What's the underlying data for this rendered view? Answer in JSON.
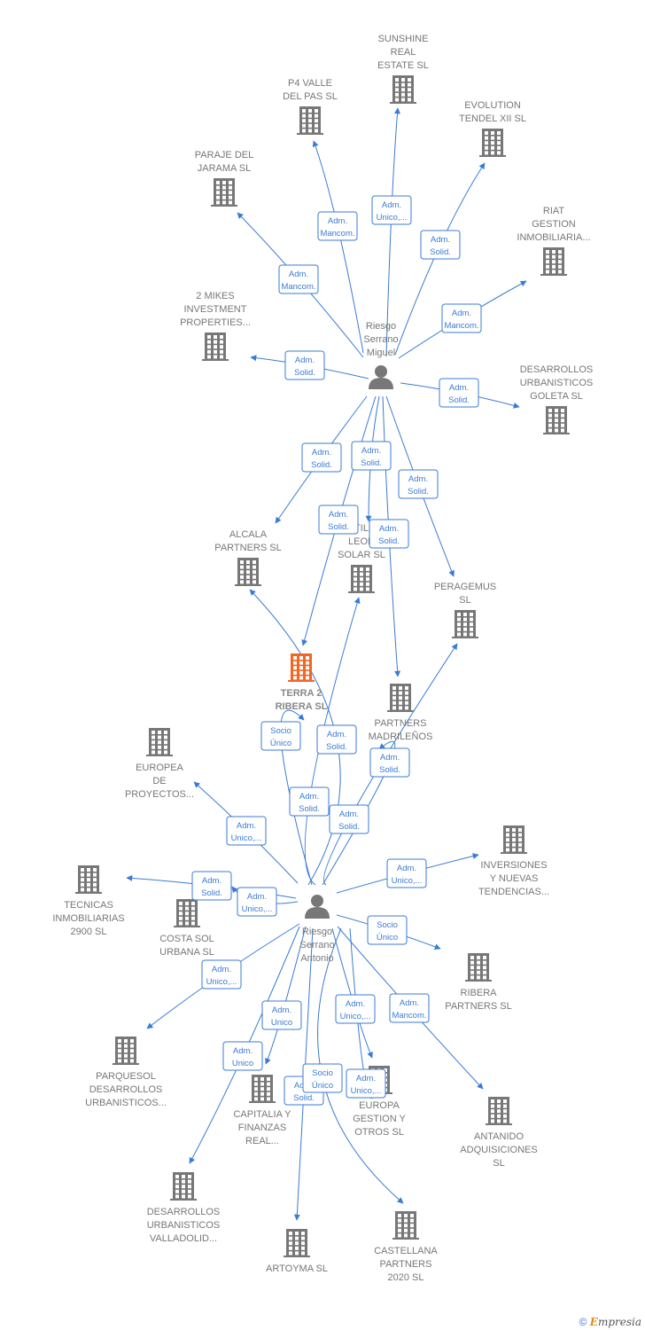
{
  "colors": {
    "edge": "#3a7bd5",
    "company": "#777777",
    "focus_company": "#f26522",
    "person": "#777777"
  },
  "footer": {
    "copyright": "©",
    "brand_initial": "E",
    "brand_rest": "mpresia"
  },
  "nodes": [
    {
      "id": "sunshine",
      "type": "company",
      "label": [
        "SUNSHINE",
        "REAL",
        "ESTATE  SL"
      ]
    },
    {
      "id": "p4valle",
      "type": "company",
      "label": [
        "P4 VALLE",
        "DEL PAS  SL"
      ]
    },
    {
      "id": "evolution",
      "type": "company",
      "label": [
        "EVOLUTION",
        "TENDEL XII SL"
      ]
    },
    {
      "id": "paraje",
      "type": "company",
      "label": [
        "PARAJE DEL",
        "JARAMA  SL"
      ]
    },
    {
      "id": "riat",
      "type": "company",
      "label": [
        "RIAT",
        "GESTION",
        "INMOBILIARIA..."
      ]
    },
    {
      "id": "2mikes",
      "type": "company",
      "label": [
        "2 MIKES",
        "INVESTMENT",
        "PROPERTIES..."
      ]
    },
    {
      "id": "miguel",
      "type": "person",
      "label": [
        "Riesgo",
        "Serrano",
        "Miguel"
      ]
    },
    {
      "id": "goleta",
      "type": "company",
      "label": [
        "DESARROLLOS",
        "URBANISTICOS",
        "GOLETA  SL"
      ]
    },
    {
      "id": "alcala",
      "type": "company",
      "label": [
        "ALCALA",
        "PARTNERS  SL"
      ]
    },
    {
      "id": "leon",
      "type": "company",
      "label": [
        "TIL",
        "LEON",
        "SOLAR SL"
      ]
    },
    {
      "id": "peragemus",
      "type": "company",
      "label": [
        "PERAGEMUS",
        "SL"
      ]
    },
    {
      "id": "terra2",
      "type": "focus",
      "label": [
        "TERRA 2",
        "RIBERA  SL"
      ]
    },
    {
      "id": "madrilenos",
      "type": "company",
      "label": [
        "PARTNERS",
        "MADRILEÑOS"
      ]
    },
    {
      "id": "europea",
      "type": "company",
      "label": [
        "EUROPEA",
        "DE",
        "PROYECTOS..."
      ]
    },
    {
      "id": "inversiones",
      "type": "company",
      "label": [
        "INVERSIONES",
        "Y NUEVAS",
        "TENDENCIAS..."
      ]
    },
    {
      "id": "tecnicas",
      "type": "company",
      "label": [
        "TECNICAS",
        "INMOBILIARIAS",
        "2900  SL"
      ]
    },
    {
      "id": "costasol",
      "type": "company",
      "label": [
        "COSTA SOL",
        "URBANA  SL"
      ]
    },
    {
      "id": "antonio",
      "type": "person",
      "label": [
        "Riesgo",
        "Serrano",
        "Antonio"
      ]
    },
    {
      "id": "ribera",
      "type": "company",
      "label": [
        "RIBERA",
        "PARTNERS  SL"
      ]
    },
    {
      "id": "parquesol",
      "type": "company",
      "label": [
        "PARQUESOL",
        "DESARROLLOS",
        "URBANISTICOS..."
      ]
    },
    {
      "id": "capitalia",
      "type": "company",
      "label": [
        "CAPITALIA Y",
        "FINANZAS",
        "REAL..."
      ]
    },
    {
      "id": "europa",
      "type": "company",
      "label": [
        "EUROPA",
        "GESTION Y",
        "OTROS  SL"
      ]
    },
    {
      "id": "antanido",
      "type": "company",
      "label": [
        "ANTANIDO",
        "ADQUISICIONES",
        "SL"
      ]
    },
    {
      "id": "valladolid",
      "type": "company",
      "label": [
        "DESARROLLOS",
        "URBANISTICOS",
        "VALLADOLID..."
      ]
    },
    {
      "id": "artoyma",
      "type": "company",
      "label": [
        "ARTOYMA SL"
      ]
    },
    {
      "id": "castellana",
      "type": "company",
      "label": [
        "CASTELLANA",
        "PARTNERS",
        "2020  SL"
      ]
    }
  ],
  "edges": [
    {
      "from": "miguel",
      "to": "sunshine",
      "label": [
        "Adm.",
        "Unico,..."
      ]
    },
    {
      "from": "miguel",
      "to": "p4valle",
      "label": [
        "Adm.",
        "Mancom."
      ]
    },
    {
      "from": "miguel",
      "to": "evolution",
      "label": [
        "Adm.",
        "Solid."
      ]
    },
    {
      "from": "miguel",
      "to": "paraje",
      "label": [
        "Adm.",
        "Mancom."
      ]
    },
    {
      "from": "miguel",
      "to": "riat",
      "label": [
        "Adm.",
        "Mancom."
      ]
    },
    {
      "from": "miguel",
      "to": "2mikes",
      "label": [
        "Adm.",
        "Solid."
      ]
    },
    {
      "from": "miguel",
      "to": "goleta",
      "label": [
        "Adm.",
        "Solid."
      ]
    },
    {
      "from": "miguel",
      "to": "alcala",
      "label": [
        "Adm.",
        "Solid."
      ]
    },
    {
      "from": "miguel",
      "to": "leon",
      "label": [
        "Adm.",
        "Solid."
      ]
    },
    {
      "from": "miguel",
      "to": "terra2",
      "label": [
        "Adm.",
        "Solid."
      ]
    },
    {
      "from": "miguel",
      "to": "madrilenos",
      "label": [
        "Adm.",
        "Solid."
      ]
    },
    {
      "from": "miguel",
      "to": "peragemus",
      "label": [
        "Adm.",
        "Solid."
      ]
    },
    {
      "from": "antonio",
      "to": "terra2",
      "label": [
        "Socio",
        "Único"
      ]
    },
    {
      "from": "antonio",
      "to": "alcala",
      "label": [
        "Adm.",
        "Solid."
      ]
    },
    {
      "from": "antonio",
      "to": "leon",
      "label": [
        "Adm.",
        "Solid."
      ]
    },
    {
      "from": "antonio",
      "to": "madrilenos",
      "label": [
        "Adm.",
        "Solid."
      ]
    },
    {
      "from": "antonio",
      "to": "peragemus",
      "label": [
        "Adm.",
        "Solid."
      ]
    },
    {
      "from": "antonio",
      "to": "europea",
      "label": [
        "Adm.",
        "Unico,..."
      ]
    },
    {
      "from": "antonio",
      "to": "inversiones",
      "label": [
        "Adm.",
        "Unico,..."
      ]
    },
    {
      "from": "antonio",
      "to": "tecnicas",
      "label": [
        "Adm.",
        "Solid."
      ]
    },
    {
      "from": "antonio",
      "to": "costasol",
      "label": [
        "Adm.",
        "Unico,..."
      ]
    },
    {
      "from": "antonio",
      "to": "ribera",
      "label": [
        "Socio",
        "Único"
      ]
    },
    {
      "from": "antonio",
      "to": "parquesol",
      "label": [
        "Adm.",
        "Unico,..."
      ]
    },
    {
      "from": "antonio",
      "to": "capitalia",
      "label": [
        "Adm.",
        "Unico"
      ]
    },
    {
      "from": "antonio",
      "to": "europa",
      "label": [
        "Adm.",
        "Unico,..."
      ]
    },
    {
      "from": "antonio",
      "to": "antanido",
      "label": [
        "Adm.",
        "Mancom."
      ]
    },
    {
      "from": "antonio",
      "to": "valladolid",
      "label": [
        "Adm.",
        "Unico"
      ]
    },
    {
      "from": "antonio",
      "to": "artoyma",
      "label": [
        "Adm.",
        "Solid."
      ]
    },
    {
      "from": "antonio",
      "to": "castellana",
      "label": [
        "Socio",
        "Único"
      ]
    },
    {
      "from": "antonio",
      "to": "europa",
      "label": [
        "Adm.",
        "Unico,..."
      ],
      "variant": 2
    }
  ]
}
